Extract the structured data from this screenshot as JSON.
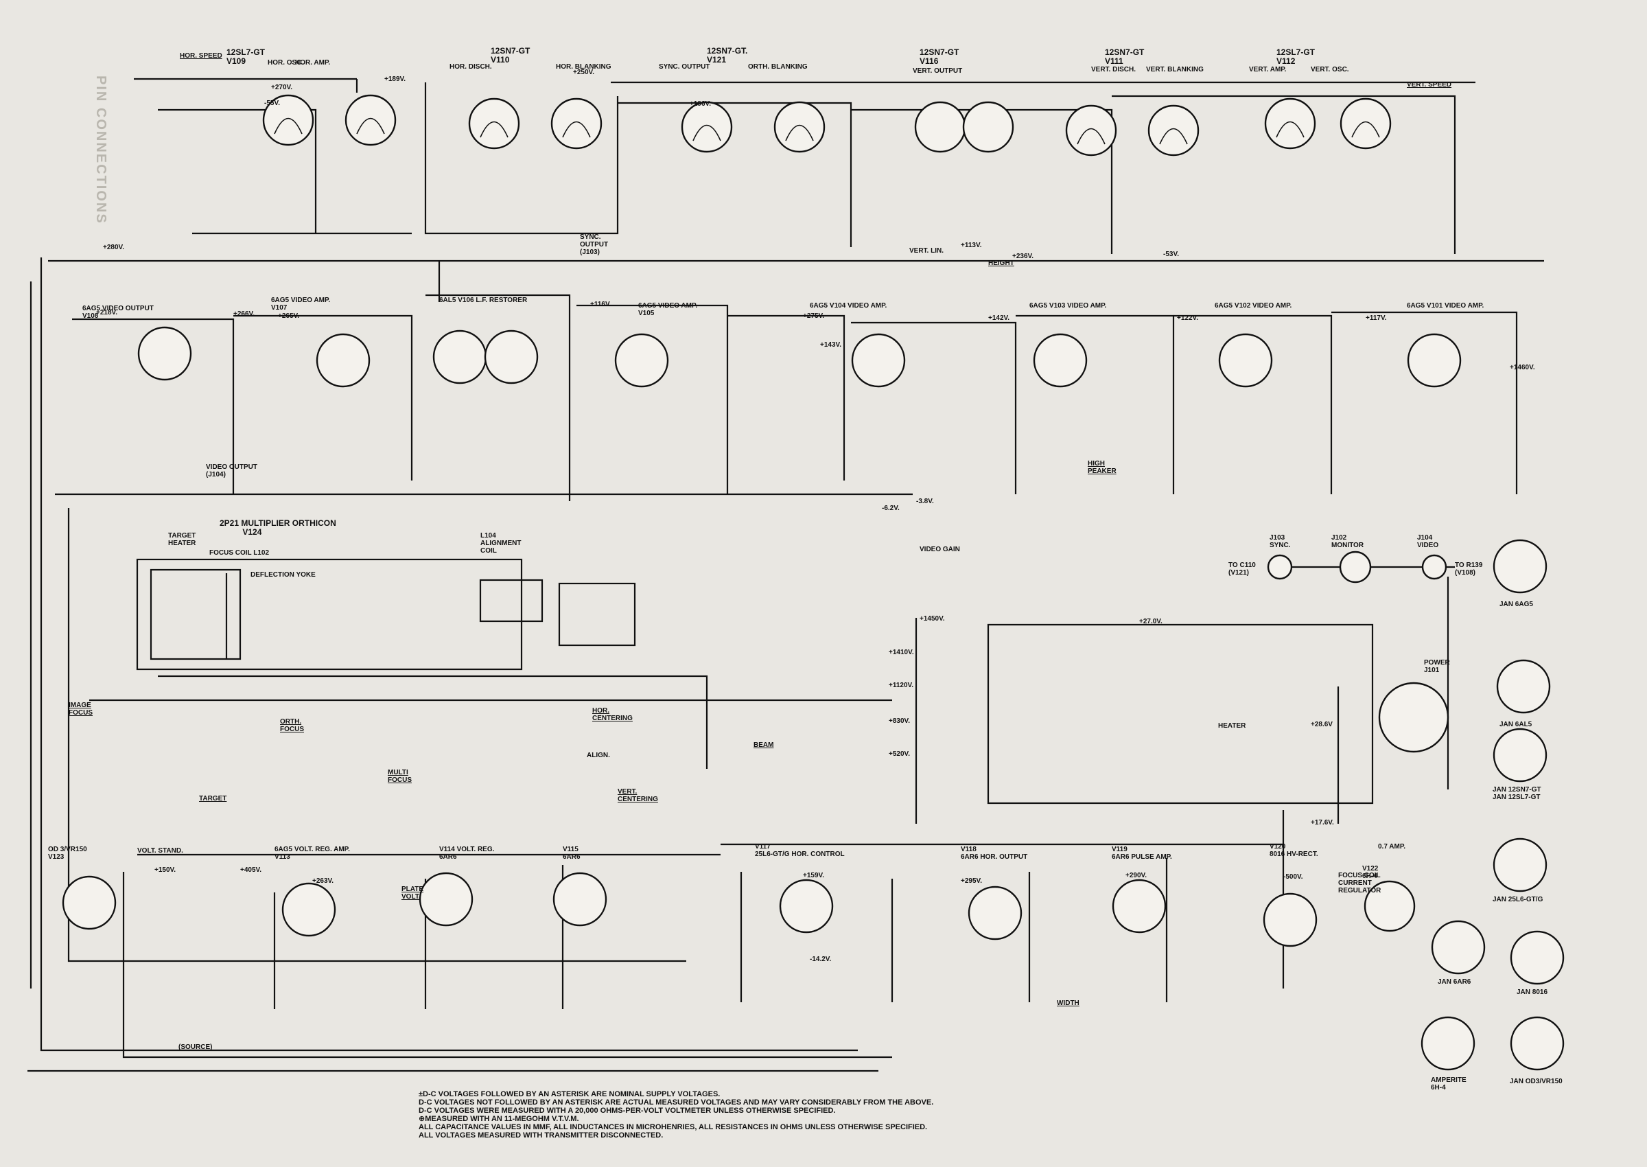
{
  "side_text": "PIN CONNECTIONS",
  "tubes": [
    {
      "id": "v109",
      "line1": "12SL7-GT",
      "line2": "V109",
      "fn": "HOR. OSC.",
      "fn2": "HOR. AMP."
    },
    {
      "id": "v110",
      "line1": "12SN7-GT",
      "line2": "V110",
      "fn": "HOR. DISCH.",
      "fn2": "HOR. BLANKING"
    },
    {
      "id": "v121",
      "line1": "12SN7-GT.",
      "line2": "V121",
      "fn": "SYNC. OUTPUT",
      "fn2": "ORTH. BLANKING"
    },
    {
      "id": "v116",
      "line1": "12SN7-GT",
      "line2": "V116",
      "fn": "VERT. OUTPUT",
      "fn2": ""
    },
    {
      "id": "v111",
      "line1": "12SN7-GT",
      "line2": "V111",
      "fn": "VERT. DISCH.",
      "fn2": "VERT. BLANKING"
    },
    {
      "id": "v112",
      "line1": "12SL7-GT",
      "line2": "V112",
      "fn": "VERT. AMP.",
      "fn2": "VERT. OSC."
    },
    {
      "id": "v108",
      "line1": "6AG5",
      "line2": "V108",
      "fn": "VIDEO OUTPUT",
      "fn2": ""
    },
    {
      "id": "v107",
      "line1": "6AG5",
      "line2": "V107",
      "fn": "VIDEO AMP.",
      "fn2": ""
    },
    {
      "id": "v106",
      "line1": "6AL5",
      "line2": "V106",
      "fn": "L.F. RESTORER",
      "fn2": ""
    },
    {
      "id": "v105",
      "line1": "6AG5",
      "line2": "V105",
      "fn": "VIDEO AMP.",
      "fn2": ""
    },
    {
      "id": "v104",
      "line1": "6AG5",
      "line2": "V104",
      "fn": "VIDEO AMP.",
      "fn2": ""
    },
    {
      "id": "v103",
      "line1": "6AG5",
      "line2": "V103",
      "fn": "VIDEO AMP.",
      "fn2": ""
    },
    {
      "id": "v102",
      "line1": "6AG5",
      "line2": "V102",
      "fn": "VIDEO AMP.",
      "fn2": ""
    },
    {
      "id": "v101",
      "line1": "6AG5",
      "line2": "V101",
      "fn": "VIDEO AMP.",
      "fn2": ""
    },
    {
      "id": "v124",
      "line1": "2P21 MULTIPLIER ORTHICON",
      "line2": "V124",
      "fn": "",
      "fn2": ""
    },
    {
      "id": "v123",
      "line1": "OD 3/VR150",
      "line2": "V123",
      "fn": "VOLT. STAND.",
      "fn2": ""
    },
    {
      "id": "v113",
      "line1": "6AG5",
      "line2": "V113",
      "fn": "VOLT. REG. AMP.",
      "fn2": ""
    },
    {
      "id": "v114",
      "line1": "6AR6",
      "line2": "V114",
      "fn": "VOLT. REG.",
      "fn2": ""
    },
    {
      "id": "v115",
      "line1": "6AR6",
      "line2": "V115",
      "fn": "",
      "fn2": ""
    },
    {
      "id": "v117",
      "line1": "25L6-GT/G",
      "line2": "V117",
      "fn": "HOR. CONTROL",
      "fn2": ""
    },
    {
      "id": "v118",
      "line1": "6AR6",
      "line2": "V118",
      "fn": "HOR. OUTPUT",
      "fn2": ""
    },
    {
      "id": "v119",
      "line1": "6AR6",
      "line2": "V119",
      "fn": "PULSE AMP.",
      "fn2": ""
    },
    {
      "id": "v120",
      "line1": "8016",
      "line2": "V120",
      "fn": "HV-RECT.",
      "fn2": ""
    },
    {
      "id": "v122",
      "line1": "6H-4",
      "line2": "V122",
      "fn": "",
      "fn2": ""
    }
  ],
  "labels": {
    "hor_speed": "HOR. SPEED",
    "vert_speed": "VERT. SPEED",
    "height": "HEIGHT",
    "vert_lin": "VERT. LIN.",
    "sync_output": "SYNC. OUTPUT (J103)",
    "video_output": "VIDEO OUTPUT (J104)",
    "high_peaker": "HIGH PEAKER",
    "video_gain": "VIDEO GAIN",
    "target_heater": "TARGET HEATER",
    "focus_coil": "FOCUS COIL L102",
    "deflection_yoke": "DEFLECTION YOKE",
    "alignment_coil": "L104 ALIGNMENT COIL",
    "image_focus": "IMAGE FOCUS",
    "orth_focus": "ORTH. FOCUS",
    "multi_focus": "MULTI FOCUS",
    "target": "TARGET",
    "hor_centering": "HOR. CENTERING",
    "align": "ALIGN.",
    "vert_centering": "VERT. CENTERING",
    "beam": "BEAM",
    "plate_volt": "PLATE VOLT.",
    "width": "WIDTH",
    "heater": "HEATER",
    "focus_coil_reg": "FOCUS COIL CURRENT REGULATOR",
    "source": "(SOURCE)",
    "j103": "J103 SYNC.",
    "j102": "J102 MONITOR",
    "j104": "J104 VIDEO",
    "to_c110": "TO C110 (V121)",
    "to_r139": "TO R139 (V108)",
    "power": "POWER J101",
    "current": "0.7 AMP."
  },
  "voltages": [
    "+270V.",
    "+189V.",
    "+250V.",
    "+196V.",
    "+143V.",
    "+275V.",
    "+142V.",
    "+122V.",
    "+117V.",
    "+1460V.",
    "+266V.",
    "+265V.",
    "+116V.",
    "+218V.",
    "-55V.",
    "-53V.",
    "+280V.",
    "+236V.",
    "+113V.",
    "-6.2V.",
    "-3.8V.",
    "+1450V.",
    "+1410V.",
    "+1120V.",
    "+830V.",
    "+520V.",
    "+150V.",
    "+405V.",
    "+263V.",
    "+159V.",
    "+295V.",
    "+290V.",
    "-500V.",
    "+27.0V.",
    "+28.6V",
    "+17.6V.",
    "-14.2V."
  ],
  "base_diagrams": [
    "JAN 6AG5",
    "JAN 6AL5",
    "JAN 12SN7-GT JAN 12SL7-GT",
    "JAN 25L6-GT/G",
    "JAN 6AR6",
    "JAN 8016",
    "AMPERITE 6H-4",
    "JAN OD3/VR150"
  ],
  "notes": [
    "±D-C VOLTAGES FOLLOWED BY AN ASTERISK ARE NOMINAL SUPPLY VOLTAGES.",
    "D-C VOLTAGES NOT FOLLOWED BY AN ASTERISK ARE ACTUAL MEASURED VOLTAGES AND MAY VARY CONSIDERABLY FROM THE ABOVE.",
    "D-C VOLTAGES WERE MEASURED WITH A 20,000 OHMS-PER-VOLT VOLTMETER UNLESS OTHERWISE SPECIFIED.",
    "⊕MEASURED WITH AN 11-MEGOHM V.T.V.M.",
    "ALL CAPACITANCE VALUES IN MMF, ALL INDUCTANCES IN MICROHENRIES, ALL RESISTANCES IN OHMS UNLESS OTHERWISE SPECIFIED.",
    "ALL VOLTAGES MEASURED WITH TRANSMITTER DISCONNECTED."
  ]
}
